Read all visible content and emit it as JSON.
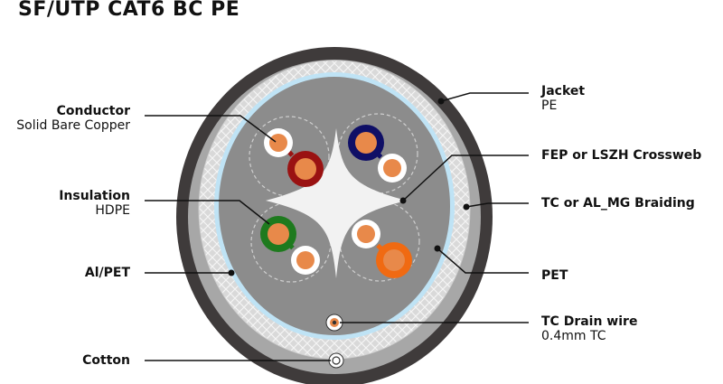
{
  "title": "SF/UTP CAT6 BC PE",
  "labels": {
    "conductor": {
      "main": "Conductor",
      "sub": "Solid Bare Copper"
    },
    "insulation": {
      "main": "Insulation",
      "sub": "HDPE"
    },
    "alpet": {
      "main": "Al/PET"
    },
    "cotton": {
      "main": "Cotton"
    },
    "jacket": {
      "main": "Jacket",
      "sub": "PE"
    },
    "crossweb": {
      "main": "FEP or LSZH Crossweb"
    },
    "braiding": {
      "main": "TC or AL_MG Braiding"
    },
    "pet": {
      "main": "PET"
    },
    "drain": {
      "main": "TC Drain wire",
      "sub": "0.4mm TC"
    }
  },
  "colors": {
    "jacket": "#3f3b3b",
    "braid": "#d9d9d9",
    "alpet_ring": "#bfe3f5",
    "core": "#8c8c8c",
    "copper": "#e8894a",
    "pair_red": "#9a1212",
    "pair_blue": "#0f0f66",
    "pair_green": "#1e7a1e",
    "pair_orange": "#f06a12",
    "crossweb": "#f2f2f2"
  }
}
